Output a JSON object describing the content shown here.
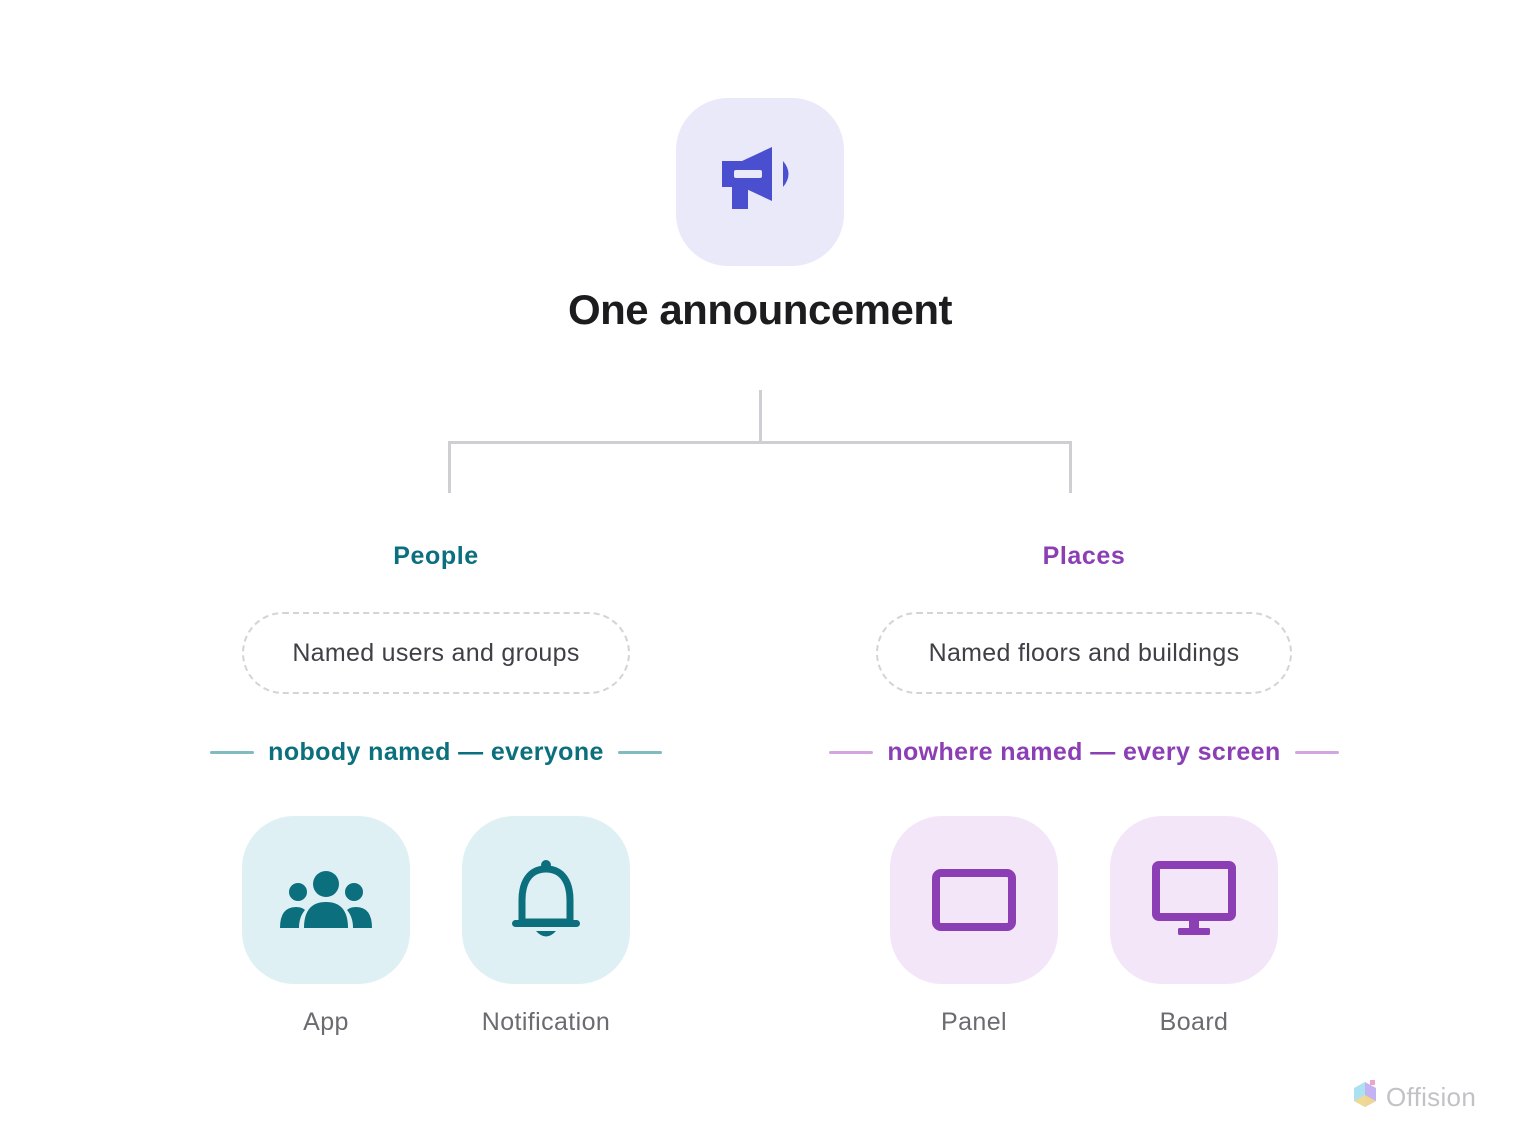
{
  "title": "One announcement",
  "colors": {
    "root_tile_bg": "#e9e9f9",
    "root_icon": "#4a4fd0",
    "people_accent": "#0b6f7d",
    "people_line": "#7fbcc2",
    "people_tile_bg": "#def0f4",
    "places_accent": "#8c3fb5",
    "places_line": "#d3a6df",
    "places_tile_bg": "#f4e6f9",
    "connector": "#cfcfd3"
  },
  "root": {
    "icon": "megaphone-icon"
  },
  "people": {
    "title": "People",
    "pill": "Named users and groups",
    "rule": "nobody named — everyone",
    "channels": [
      {
        "label": "App",
        "icon": "users-group-icon"
      },
      {
        "label": "Notification",
        "icon": "bell-icon"
      }
    ]
  },
  "places": {
    "title": "Places",
    "pill": "Named floors and buildings",
    "rule": "nowhere named — every screen",
    "channels": [
      {
        "label": "Panel",
        "icon": "tablet-icon"
      },
      {
        "label": "Board",
        "icon": "monitor-icon"
      }
    ]
  },
  "brand": {
    "name": "Offision",
    "icon": "offision-logo-icon"
  }
}
